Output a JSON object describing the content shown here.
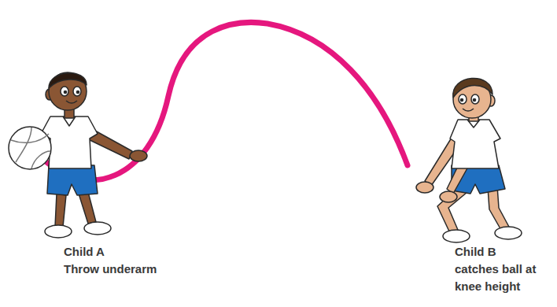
{
  "diagram": {
    "labels": [
      "Child A",
      "Throw underarm",
      "Child B",
      "catches ball at knee height"
    ]
  }
}
